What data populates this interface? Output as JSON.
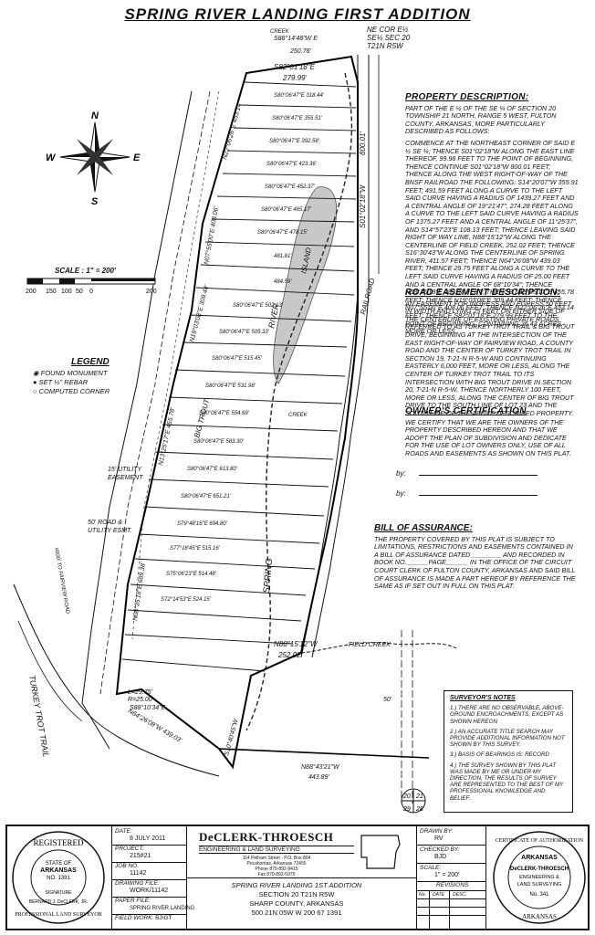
{
  "title": "SPRING RIVER LANDING FIRST ADDITION",
  "corner_label": [
    "NE COR E½",
    "SE¼ SEC 20",
    "T21N R5W"
  ],
  "compass": {
    "n": "N",
    "s": "S",
    "e": "E",
    "w": "W"
  },
  "scale": {
    "label": "SCALE : 1\" = 200'",
    "ticks": [
      "200",
      "150",
      "100",
      "50",
      "0",
      "200"
    ]
  },
  "legend": {
    "title": "LEGEND",
    "items": [
      {
        "symbol": "found-monument-icon",
        "label": "FOUND MONUMENT"
      },
      {
        "symbol": "rebar-icon",
        "label": "SET ½\" REBAR"
      },
      {
        "symbol": "computed-corner-icon",
        "label": "COMPUTED CORNER"
      }
    ]
  },
  "plat_labels": {
    "top_bearing": "S88°14'48\"W E",
    "top_dist": "250.78'",
    "creek_top": "CREEK",
    "s82": "S82°01'18\"E",
    "d279": "279.99'",
    "east_dist": "800.01'",
    "east_bearing": "S01°02'18\"W",
    "railroad": "RAILROAD",
    "island": "ISLAND",
    "river": "RIVER",
    "spring": "SPRING",
    "big_trout": "BIG TROUT",
    "creek_mid": "CREEK",
    "field_creek": "FIELD CREEK",
    "turkey": "TURKEY TROT TRAIL",
    "to_fairview": "#000' TO FAIRVIEW ROAD",
    "util15": [
      "15' UTILITY",
      "EASEMENT"
    ],
    "road50": [
      "50' ROAD &",
      "UTILITY ESMT."
    ],
    "n88_bearing": "N88°15'12\"W",
    "n88_dist": "252.02'",
    "bottom_bearing": "N88°43'21\"W",
    "bottom_dist": "443.89'",
    "s10": "S10°40'45\"W",
    "w_north": "N22°06'26\"E 453.14'",
    "w_408": "N07°55'00\"E 408.06'",
    "w_309": "N19°03'08\"E 309.44'",
    "w_455": "N13°25'17\"E 455.78'",
    "w_689": "N08°35'18\"E 689.38'",
    "w_bottom": "N64°26'08\"W 439.03'",
    "curve_l": "L=29.75'",
    "curve_r": "R=25.00'",
    "s88": "S88°10'34\"E",
    "sec_corner": [
      "20",
      "21",
      "29",
      "28"
    ],
    "dim50": "50'",
    "lot_bearings": [
      "S80°06'47\"E 318.44'",
      "S80°06'47\"E 355.51'",
      "S80°06'47\"E 392.58'",
      "S80°06'47\"E 423.36'",
      "S80°06'47\"E 452.37'",
      "S80°06'47\"E 465.17'",
      "S80°06'47\"E 478.15'",
      "481.81'",
      "484.59'",
      "S80°06'47\"E 502.13'",
      "S80°06'47\"E 505.33'",
      "S80°06'47\"E 515.45'",
      "S80°06'47\"E 531.98'",
      "S80°06'47\"E 554.69'",
      "S80°06'47\"E 583.30'",
      "S80°06'47\"E 613.80'",
      "S80°06'47\"E 651.21'",
      "S79°48'16\"E 694.80'",
      "S77°18'45\"E 515.16'",
      "S75°06'23\"E 514.48'",
      "S72°14'53\"E 524.15'"
    ]
  },
  "property_description": {
    "title": "PROPERTY DESCRIPTION:",
    "p1": "PART OF THE E ½ OF THE SE ¼ OF SECTION 20 TOWNSHIP 21 NORTH, RANGE 5 WEST, FULTON COUNTY, ARKANSAS, MORE PARTICULARLY DESCRIBED AS FOLLOWS:",
    "p2": "COMMENCE AT THE NORTHEAST CORNER OF SAID E ½ SE ¼; THENCE S01°02'18\"W ALONG THE EAST LINE THEREOF, 99.98 FEET TO THE POINT OF BEGINNING, THENCE CONTINUE S01°02'18\"W 800.01 FEET; THENCE ALONG THE WEST RIGHT-OF-WAY OF THE BNSF RAILROAD THE FOLLOWING: S14°20'07\"W 355.91 FEET; 491.59 FEET ALONG A CURVE TO THE LEFT SAID CURVE HAVING A RADIUS OF 1439.27 FEET AND A CENTRAL ANGLE OF 19°21'47\", 274.28 FEET ALONG A CURVE TO THE LEFT SAID CURVE HAVING A RADIUS OF 1375.27 FEET AND A CENTRAL ANGLE OF 11°25'37\", AND S14°57'23\"E 108.13 FEET; THENCE LEAVING SAID RIGHT OF WAY LINE, N88°15'12\"W ALONG THE CENTERLINE OF FIELD CREEK, 252.02 FEET; THENCE S16°30'43\"W ALONG THE CENTERLINE OF SPRING RIVER, 411.57 FEET; THENCE N64°26'08\"W 439.03 FEET; THENCE 29.75 FEET ALONG A CURVE TO THE LEFT SAID CURVE HAVING A RADIUS OF 25.00 FEET AND A CENTRAL ANGLE OF 68°10'34\"; THENCE N08°35'18\"E 689.38 FEET; THENCE N13°25'17\"E 455.78 FEET; THENCE N19°03'08\"E 309.44 FEET; THENCE N07°55'00\"E 408.06 FEET; THENCE N22°06'26\"E 453.14 FEET; THENCE S82°01'18\"E 279.99 FEET TO THE POINT OF BEGINNING, CONTAINING 26.43 ACRES MORE OR LESS."
  },
  "road_easement": {
    "title": "ROAD EASEMENT DESCRIPTION:",
    "text": "AN EASEMENT FOR INGRESS AND EGRESS 50 FEET IN WIDTH AND LYING 25 FEET ON EITHER SIDE OF THE CENTERLINE OF EXISTING PRIVATE ROADS REFERRED TO AS TURKEY TROT TRAIL & BIG TROUT DRIVE; BEGINNING AT THE INTERSECTION OF THE EAST RIGHT-OF-WAY OF FAIRVIEW ROAD, A COUNTY ROAD AND THE CENTER OF TURKEY TROT TRAIL IN SECTION 19, T-21-N R-5-W AND CONTINUING EASTERLY 6,000 FEET, MORE OR LESS, ALONG THE CENTER OF TURKEY TROT TRAIL TO ITS INTERSECTION WITH BIG TROUT DRIVE IN SECTION 20, T-21-N R-5-W, THENCE NORTHERLY 100 FEET, MORE OR LESS, ALONG THE CENTER OF BIG TROUT DRIVE TO THE SOUTH LINE OF LOT 23 AND THE SOUTH LINE OF THE ABOVE DESCRIBED PROPERTY."
  },
  "owners": {
    "title": "OWNER'S CERTIFICATION",
    "text": "WE CERTIFY THAT WE ARE THE OWNERS OF THE PROPERTY DESCRIBED HEREON AND THAT WE ADOPT THE PLAN OF SUBDIVISION AND DEDICATE FOR THE USE OF LOT OWNERS ONLY, USE OF ALL ROADS AND EASEMENTS AS SHOWN ON THIS PLAT.",
    "by1": "by:",
    "by2": "by:"
  },
  "bill": {
    "title": "BILL OF ASSURANCE:",
    "text": "THE PROPERTY COVERED BY THIS PLAT IS SUBJECT TO LIMITATIONS, RESTRICTIONS AND EASEMENTS CONTAINED IN A BILL OF ASSURANCE DATED ________ AND RECORDED IN BOOK NO.______PAGE______ IN THE OFFICE OF THE CIRCUIT COURT CLERK OF FULTON COUNTY, ARKANSAS AND SAID BILL OF ASSURANCE IS MADE A PART HEREOF BY REFERENCE THE SAME AS IF SET OUT IN FULL ON THIS PLAT."
  },
  "surveyor_notes": {
    "title": "SURVEYOR'S NOTES",
    "n1": "1.) THERE ARE NO OBSERVABLE, ABOVE-GROUND ENCROACHMENTS, EXCEPT AS SHOWN HEREON",
    "n2": "2.) AN ACCURATE TITLE SEARCH MAY PROVIDE ADDITIONAL INFORMATION NOT SHOWN BY THIS SURVEY.",
    "n3": "3.) BASIS OF BEARINGS IS: RECORD",
    "n4": "4.) THE SURVEY SHOWN BY THIS PLAT WAS MADE BY ME OR UNDER MY DIRECTION, THE RESULTS OF SURVEY ARE REPRESENTED TO THE BEST OF MY PROFESSIONAL KNOWLEDGE AND BELIEF."
  },
  "title_block": {
    "date_label": "DATE:",
    "date": "8 JULY 2011",
    "project_label": "PROJECT:",
    "project": "215#21",
    "job_label": "JOB NO.",
    "job": "11142",
    "drawing_label": "DRAWING FILE:",
    "drawing": "WORK/11142",
    "paper_label": "PAPER FILE:",
    "paper": "SPRING RIVER LANDING",
    "field_label": "FIELD WORK:",
    "field": "BJ\\GT",
    "firm": "DeCLERK-THROESCH",
    "firm_sub": "ENGINEERING & LAND SURVEYING",
    "address": [
      "114 Pelham Street - P.O. Box 804",
      "Pocahontas, Arkansas 72455",
      "Phone 870-892-9415",
      "Fax 870-892-5975"
    ],
    "plat_name": "SPRING RIVER LANDING 1ST ADDITION",
    "section": "SECTION 20 T21N R5W",
    "county": "SHARP COUNTY, ARKANSAS",
    "code": "500 21N 05W W 200 67 1391",
    "drawn_label": "DRAWN BY:",
    "drawn": "RV",
    "checked_label": "CHECKED BY:",
    "checked": "BJD",
    "scale_label": "SCALE:",
    "scale": "1\" = 200'",
    "revisions": "REVISIONS",
    "rev_cols": [
      "No.",
      "DATE",
      "DESC."
    ],
    "seal_left": [
      "REGISTERED",
      "STATE OF",
      "ARKANSAS",
      "NO. 1391",
      "SIGNATURE",
      "BERNARD J. DeCLERK, JR.",
      "PROFESSIONAL LAND SURVEYOR"
    ],
    "seal_right": [
      "CERTIFICATE OF AUTHORIZATION",
      "ARKANSAS",
      "DeCLERK-THROESCH",
      "ENGINEERING &",
      "LAND SURVEYING",
      "No. 341",
      "ARKANSAS"
    ]
  }
}
